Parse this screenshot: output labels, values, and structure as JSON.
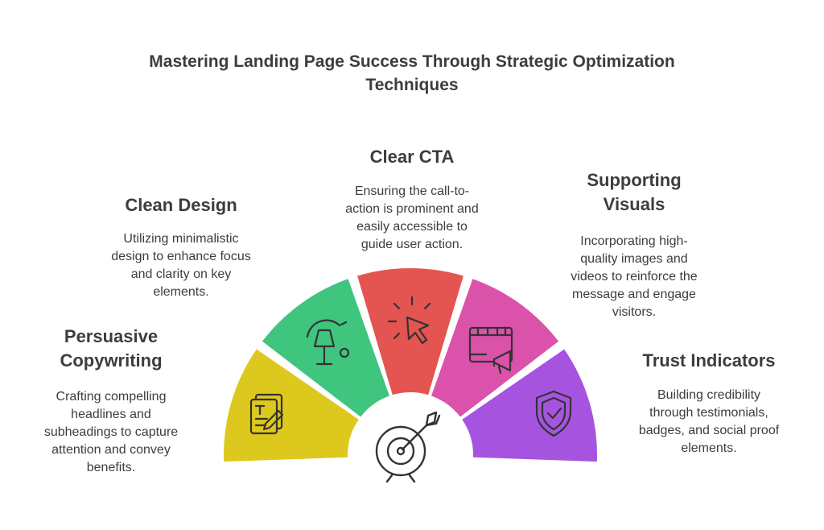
{
  "title_line1": "Mastering Landing Page Success Through Strategic Optimization",
  "title_line2": "Techniques",
  "segments": [
    {
      "heading_line1": "Persuasive",
      "heading_line2": "Copywriting",
      "desc_lines": [
        "Crafting compelling",
        "headlines and",
        "subheadings to capture",
        "attention and convey",
        "benefits."
      ],
      "color": "#DDC81D",
      "icon": "document-edit-icon"
    },
    {
      "heading_line1": "Clean Design",
      "desc_lines": [
        "Utilizing minimalistic",
        "design to enhance focus",
        "and clarity on key",
        "elements."
      ],
      "color": "#3FC57E",
      "icon": "lamp-icon"
    },
    {
      "heading_line1": "Clear CTA",
      "desc_lines": [
        "Ensuring the call-to-",
        "action is prominent and",
        "easily accessible to",
        "guide user action."
      ],
      "color": "#E45551",
      "icon": "cursor-click-icon"
    },
    {
      "heading_line1": "Supporting",
      "heading_line2": "Visuals",
      "desc_lines": [
        "Incorporating high-",
        "quality images and",
        "videos to reinforce the",
        "message and engage",
        "visitors."
      ],
      "color": "#DA52AA",
      "icon": "video-megaphone-icon"
    },
    {
      "heading_line1": "Trust Indicators",
      "desc_lines": [
        "Building credibility",
        "through testimonials,",
        "badges, and social proof",
        "elements."
      ],
      "color": "#A654E0",
      "icon": "shield-check-icon"
    }
  ],
  "center_icon": "target-arrow-icon"
}
